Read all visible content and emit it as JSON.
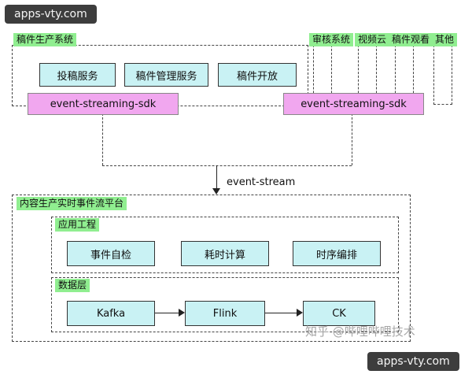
{
  "badges": {
    "top": "apps-vty.com",
    "bottom": "apps-vty.com"
  },
  "credit": "知乎 @哔哩哔哩技术",
  "production_system": {
    "label": "稿件生产系统",
    "services": [
      "投稿服务",
      "稿件管理服务",
      "稿件开放"
    ],
    "sdk": "event-streaming-sdk"
  },
  "downstream": {
    "labels": [
      "审核系统",
      "视频云",
      "稿件观看",
      "其他"
    ],
    "sdk": "event-streaming-sdk"
  },
  "stream": {
    "label": "event-stream"
  },
  "platform": {
    "label": "内容生产实时事件流平台",
    "app_layer": {
      "label": "应用工程",
      "modules": [
        "事件自检",
        "耗时计算",
        "时序编排"
      ]
    },
    "data_layer": {
      "label": "数据层",
      "nodes": [
        "Kafka",
        "Flink",
        "CK"
      ]
    }
  },
  "colors": {
    "label_green": "#90ee90",
    "box_cyan": "#c9f2f4",
    "sdk_pink": "#f1a7ef",
    "badge_dark": "#3d3d3d"
  }
}
